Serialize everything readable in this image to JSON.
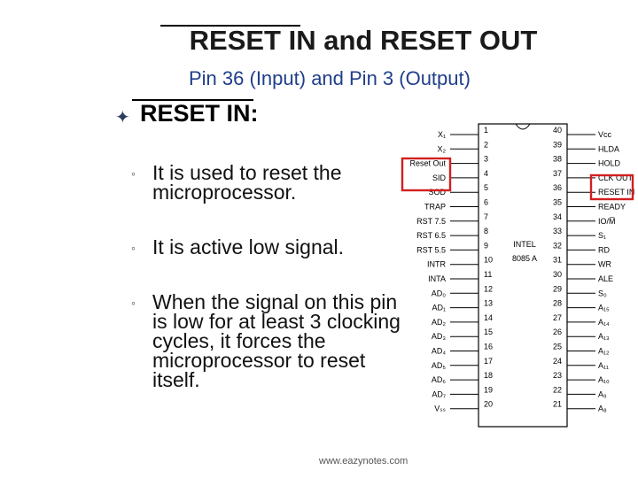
{
  "slide": {
    "title": "RESET IN and RESET OUT",
    "subtitle": "Pin 36 (Input) and Pin 3 (Output)",
    "heading": "RESET IN:",
    "bullets": [
      "It is used to reset the microprocessor.",
      "It is active low signal.",
      "When the signal on this pin is low for at least 3 clocking cycles, it forces the microprocessor to reset itself."
    ],
    "footer": "www.eazynotes.com"
  },
  "chip": {
    "label_line1": "INTEL",
    "label_line2": "8085 A",
    "highlight_color": "#d21f1f",
    "left_pins": [
      {
        "num": "1",
        "label": "X₁"
      },
      {
        "num": "2",
        "label": "X₂"
      },
      {
        "num": "3",
        "label": "Reset Out"
      },
      {
        "num": "4",
        "label": "SID"
      },
      {
        "num": "5",
        "label": "SOD"
      },
      {
        "num": "6",
        "label": "TRAP"
      },
      {
        "num": "7",
        "label": "RST 7.5"
      },
      {
        "num": "8",
        "label": "RST 6.5"
      },
      {
        "num": "9",
        "label": "RST 5.5"
      },
      {
        "num": "10",
        "label": "INTR"
      },
      {
        "num": "11",
        "label": "INTA"
      },
      {
        "num": "12",
        "label": "AD₀"
      },
      {
        "num": "13",
        "label": "AD₁"
      },
      {
        "num": "14",
        "label": "AD₂"
      },
      {
        "num": "15",
        "label": "AD₃"
      },
      {
        "num": "16",
        "label": "AD₄"
      },
      {
        "num": "17",
        "label": "AD₅"
      },
      {
        "num": "18",
        "label": "AD₆"
      },
      {
        "num": "19",
        "label": "AD₇"
      },
      {
        "num": "20",
        "label": "Vₛₛ"
      }
    ],
    "right_pins": [
      {
        "num": "40",
        "label": "Vᴄᴄ"
      },
      {
        "num": "39",
        "label": "HLDA"
      },
      {
        "num": "38",
        "label": "HOLD"
      },
      {
        "num": "37",
        "label": "CLK OUT"
      },
      {
        "num": "36",
        "label": "RESET IN"
      },
      {
        "num": "35",
        "label": "READY"
      },
      {
        "num": "34",
        "label": "IO/M̅"
      },
      {
        "num": "33",
        "label": "S₁"
      },
      {
        "num": "32",
        "label": "RD"
      },
      {
        "num": "31",
        "label": "WR"
      },
      {
        "num": "30",
        "label": "ALE"
      },
      {
        "num": "29",
        "label": "S₀"
      },
      {
        "num": "28",
        "label": "A₁₅"
      },
      {
        "num": "27",
        "label": "A₁₄"
      },
      {
        "num": "26",
        "label": "A₁₃"
      },
      {
        "num": "25",
        "label": "A₁₂"
      },
      {
        "num": "24",
        "label": "A₁₁"
      },
      {
        "num": "23",
        "label": "A₁₀"
      },
      {
        "num": "22",
        "label": "A₉"
      },
      {
        "num": "21",
        "label": "A₈"
      }
    ]
  }
}
